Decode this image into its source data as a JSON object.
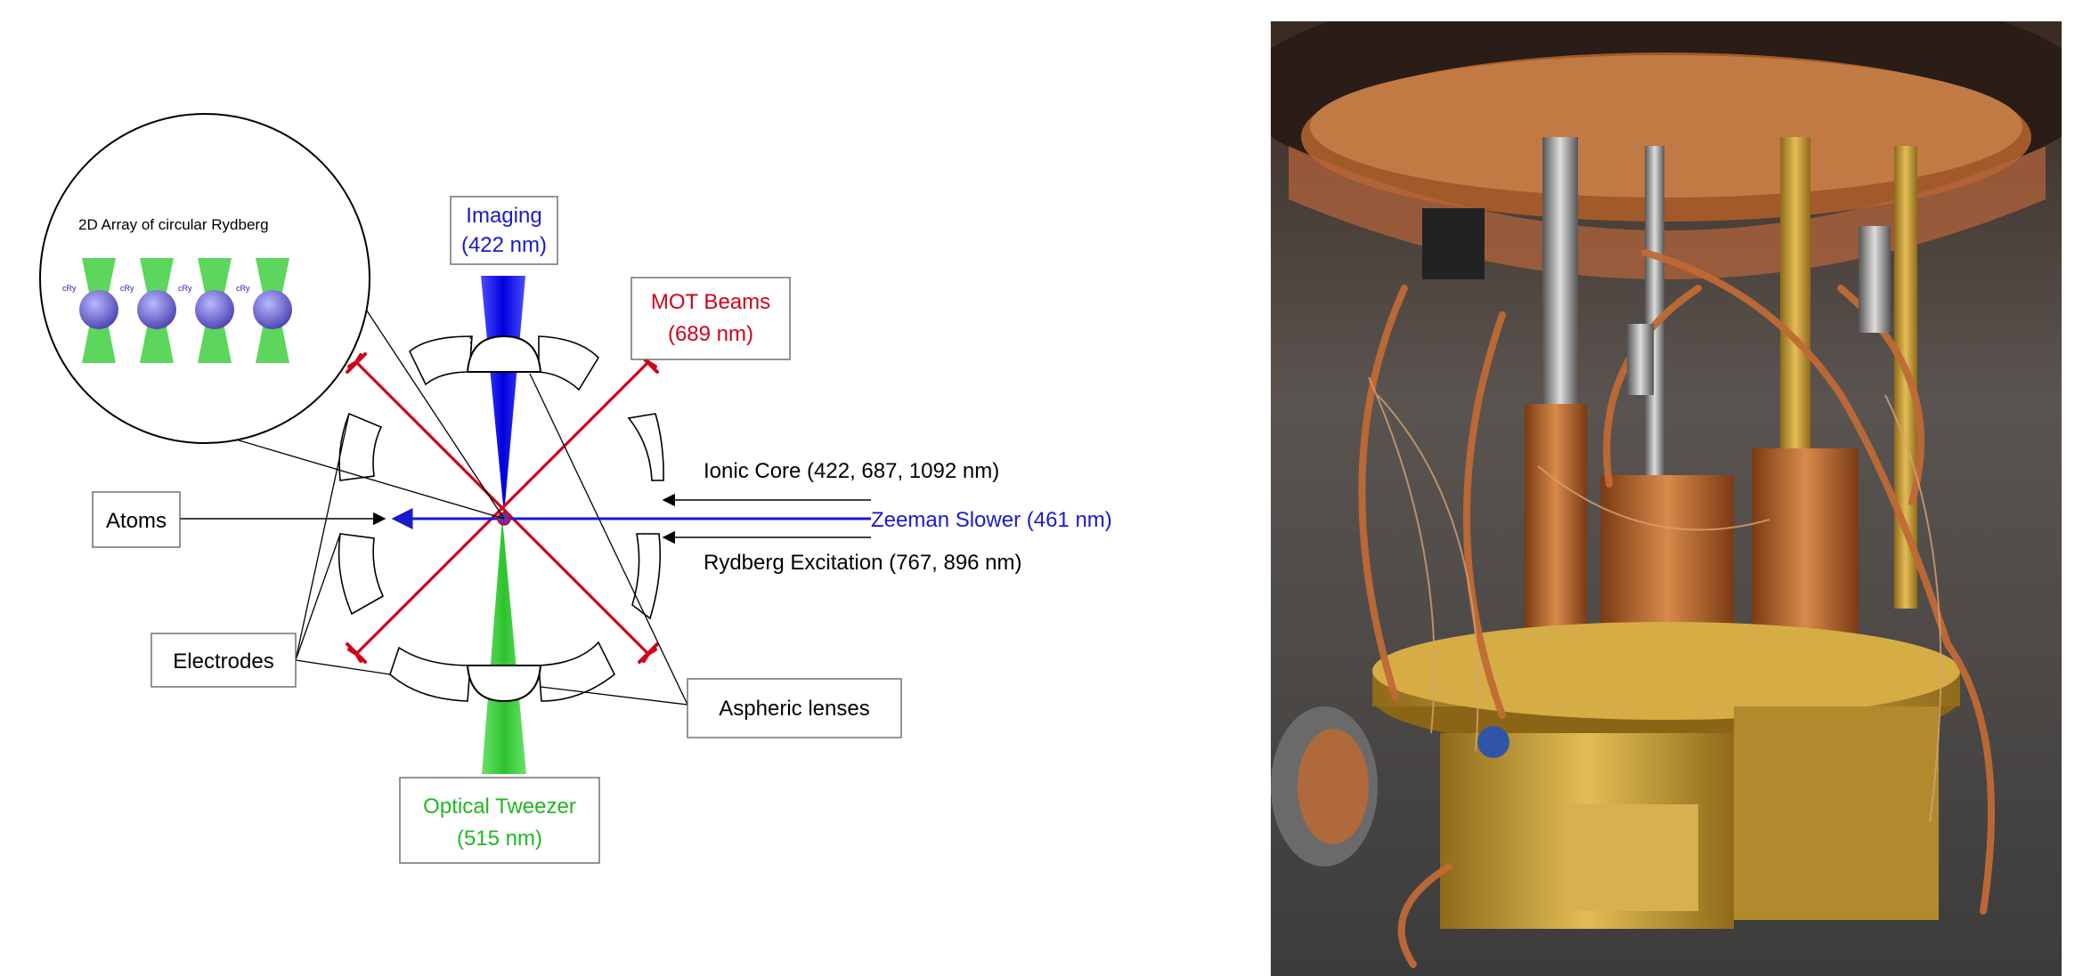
{
  "inset": {
    "title": "2D Array of circular Rydberg",
    "atom_tag": "cRy"
  },
  "boxes": {
    "imaging_line1": "Imaging",
    "imaging_line2": "(422 nm)",
    "mot_line1": "MOT Beams",
    "mot_line2": "(689 nm)",
    "atoms": "Atoms",
    "electrodes": "Electrodes",
    "aspheric": "Aspheric lenses",
    "tweezer_line1": "Optical Tweezer",
    "tweezer_line2": "(515 nm)"
  },
  "beams": {
    "ionic_core": "Ionic Core (422, 687, 1092 nm)",
    "zeeman": "Zeeman Slower (461 nm)",
    "rydberg": "Rydberg Excitation (767, 896 nm)"
  },
  "colors": {
    "imaging": "#1a1acc",
    "mot": "#d0021b",
    "tweezer": "#1fb81f",
    "zeeman": "#1a1acc",
    "text": "#000000",
    "copper": "#b5652b",
    "gold": "#c9a23a"
  },
  "photo": {
    "subject": "experimental-apparatus-photo"
  }
}
